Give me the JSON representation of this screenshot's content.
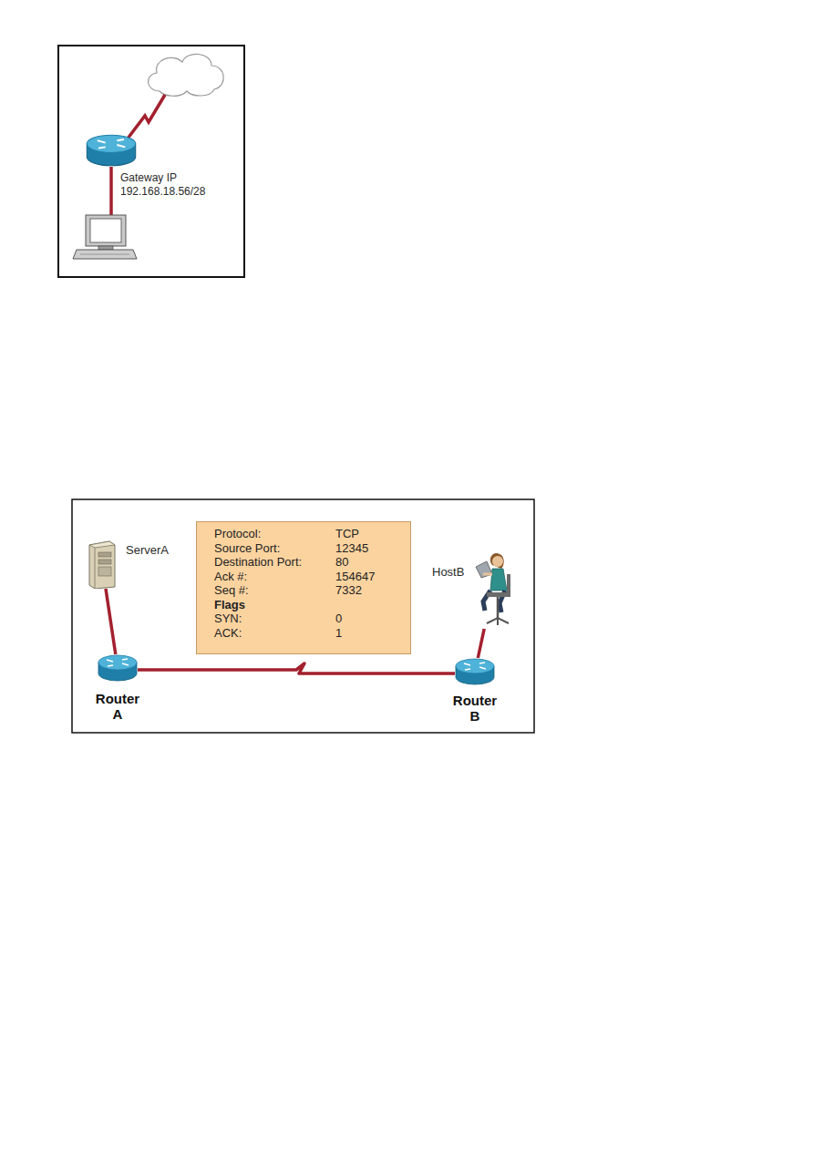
{
  "diagram": {
    "nodes": [
      {
        "text": [
          "Gateway IP 192.168.18.56/28"
        ]
      },
      {
        "text": [
          "ServerA"
        ]
      },
      {
        "text": [
          "Protocol:",
          "TCP",
          "Source Port:",
          "12345",
          "Destination Port:",
          "80",
          "Ack #:",
          "154647",
          "Seq #:",
          "7332",
          "Flags",
          "SYN:",
          "0",
          "ACK:",
          "1"
        ]
      },
      {
        "text": [
          "HostB"
        ]
      },
      {
        "text": [
          "Router A"
        ]
      },
      {
        "text": [
          "Router B"
        ]
      }
    ],
    "edges": [
      {
        "from": 1,
        "to": 4,
        "arrow": "none"
      },
      {
        "from": 4,
        "to": 5,
        "arrow": "none"
      },
      {
        "from": 5,
        "to": 3,
        "arrow": "none"
      }
    ]
  }
}
